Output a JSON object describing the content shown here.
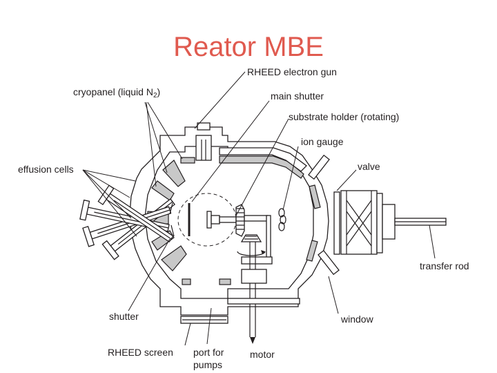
{
  "title": "Reator MBE",
  "labels": {
    "rheed_gun": "RHEED electron gun",
    "cryopanel": "cryopanel (liquid N",
    "cryopanel_sub": "2",
    "cryopanel_end": ")",
    "main_shutter": "main shutter",
    "substrate_holder": "substrate holder (rotating)",
    "ion_gauge": "ion gauge",
    "effusion_cells": "effusion cells",
    "valve": "valve",
    "transfer_rod": "transfer rod",
    "shutter": "shutter",
    "window": "window",
    "rheed_screen": "RHEED screen",
    "port_line1": "port for",
    "port_line2": "pumps",
    "motor": "motor"
  }
}
